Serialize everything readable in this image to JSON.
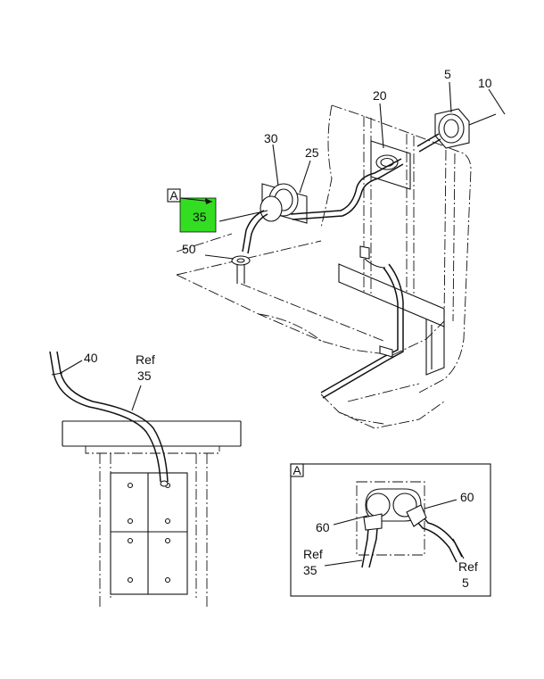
{
  "callouts": {
    "c5": "5",
    "c10": "10",
    "c20": "20",
    "c25": "25",
    "c30": "30",
    "c35": "35",
    "c50": "50",
    "c40": "40",
    "ref35_word": "Ref",
    "ref35_num": "35",
    "detail_ref_letter": "A"
  },
  "detail": {
    "letter": "A",
    "c60_left": "60",
    "c60_right": "60",
    "ref35_word": "Ref",
    "ref35_num": "35",
    "ref5_word": "Ref",
    "ref5_num": "5"
  },
  "colors": {
    "highlight": "#33dd22",
    "ink": "#111111"
  }
}
